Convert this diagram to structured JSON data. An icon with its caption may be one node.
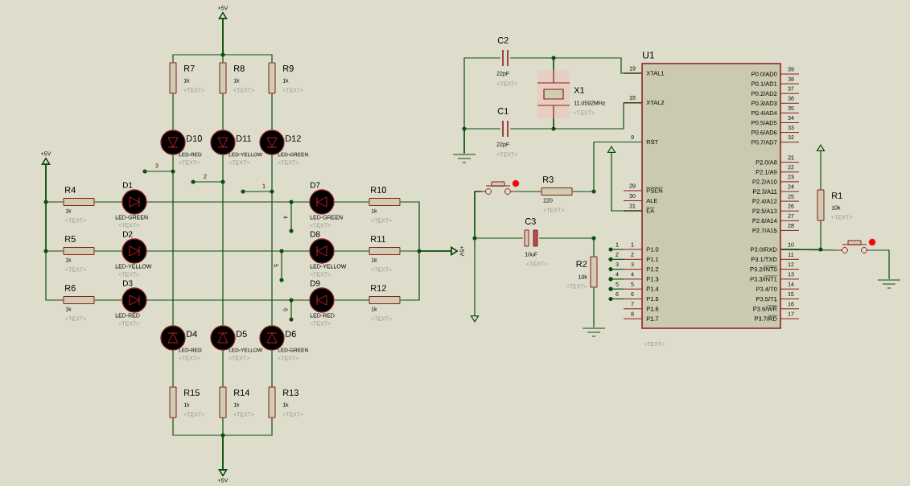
{
  "diagram": {
    "nodes": [
      {
        "text": [
          "+5V"
        ]
      },
      {
        "text": [
          "R7",
          "1k",
          "<TEXT>"
        ]
      },
      {
        "text": [
          "R8",
          "1k",
          "<TEXT>"
        ]
      },
      {
        "text": [
          "R9",
          "1k",
          "<TEXT>"
        ]
      },
      {
        "text": [
          "D10",
          "LED-RED",
          "<TEXT>"
        ]
      },
      {
        "text": [
          "D11",
          "LED-YELLOW",
          "<TEXT>"
        ]
      },
      {
        "text": [
          "D12",
          "LED-GREEN",
          "<TEXT>"
        ]
      },
      {
        "text": [
          "+5V"
        ]
      },
      {
        "text": [
          "R4",
          "1k",
          "<TEXT>"
        ]
      },
      {
        "text": [
          "D1",
          "LED-GREEN",
          "<TEXT>"
        ]
      },
      {
        "text": [
          "D7",
          "LED-GREEN",
          "<TEXT>"
        ]
      },
      {
        "text": [
          "R10",
          "1k",
          "<TEXT>"
        ]
      },
      {
        "text": [
          "R5",
          "1k",
          "<TEXT>"
        ]
      },
      {
        "text": [
          "D2",
          "LED-YELLOW",
          "<TEXT>"
        ]
      },
      {
        "text": [
          "D8",
          "LED-YELLOW",
          "<TEXT>"
        ]
      },
      {
        "text": [
          "R11",
          "1k",
          "<TEXT>"
        ]
      },
      {
        "text": [
          "R6",
          "1k",
          "<TEXT>"
        ]
      },
      {
        "text": [
          "D3",
          "LED-RED",
          "<TEXT>"
        ]
      },
      {
        "text": [
          "D9",
          "LED-RED",
          "<TEXT>"
        ]
      },
      {
        "text": [
          "R12",
          "1k",
          "<TEXT>"
        ]
      },
      {
        "text": [
          "+5V"
        ]
      },
      {
        "text": [
          "D4",
          "LED-RED",
          "<TEXT>"
        ]
      },
      {
        "text": [
          "D5",
          "LED-YELLOW",
          "<TEXT>"
        ]
      },
      {
        "text": [
          "D6",
          "LED-GREEN",
          "<TEXT>"
        ]
      },
      {
        "text": [
          "R15",
          "1k",
          "<TEXT>"
        ]
      },
      {
        "text": [
          "R14",
          "1k",
          "<TEXT>"
        ]
      },
      {
        "text": [
          "R13",
          "1k",
          "<TEXT>"
        ]
      },
      {
        "text": [
          "+5V"
        ]
      },
      {
        "text": [
          "C2",
          "22pF",
          "<TEXT>"
        ]
      },
      {
        "text": [
          "X1",
          "11.0592MHz",
          "<TEXT>"
        ]
      },
      {
        "text": [
          "C1",
          "22pF",
          "<TEXT>"
        ]
      },
      {
        "text": [],
        "shape": "ground"
      },
      {
        "text": [
          "U1",
          "<TEXT>"
        ]
      },
      {
        "text": [],
        "shape": "switch"
      },
      {
        "text": [
          "R3",
          "220",
          "<TEXT>"
        ]
      },
      {
        "text": [
          "C3",
          "10uF",
          "<TEXT>"
        ]
      },
      {
        "text": [
          "R2",
          "10k",
          "<TEXT>"
        ]
      },
      {
        "text": [],
        "shape": "ground"
      },
      {
        "text": [
          "R1",
          "10k",
          "<TEXT>"
        ]
      },
      {
        "text": [],
        "shape": "switch"
      },
      {
        "text": [],
        "shape": "ground"
      }
    ],
    "edges": [
      {
        "from": 1,
        "to": 0,
        "arrow": "to"
      },
      {
        "from": 2,
        "to": 0,
        "arrow": "to"
      },
      {
        "from": 3,
        "to": 0,
        "arrow": "to"
      },
      {
        "from": 1,
        "to": 4,
        "arrow": "none"
      },
      {
        "from": 2,
        "to": 5,
        "arrow": "none"
      },
      {
        "from": 3,
        "to": 6,
        "arrow": "none"
      },
      {
        "from": 4,
        "to": 21,
        "arrow": "none"
      },
      {
        "from": 5,
        "to": 22,
        "arrow": "none"
      },
      {
        "from": 6,
        "to": 23,
        "arrow": "none"
      },
      {
        "from": 21,
        "to": 24,
        "arrow": "none"
      },
      {
        "from": 22,
        "to": 25,
        "arrow": "none"
      },
      {
        "from": 23,
        "to": 26,
        "arrow": "none"
      },
      {
        "from": 24,
        "to": 27,
        "arrow": "to"
      },
      {
        "from": 25,
        "to": 27,
        "arrow": "to"
      },
      {
        "from": 26,
        "to": 27,
        "arrow": "to"
      },
      {
        "from": 8,
        "to": 7,
        "arrow": "to"
      },
      {
        "from": 12,
        "to": 7,
        "arrow": "to"
      },
      {
        "from": 16,
        "to": 7,
        "arrow": "to"
      },
      {
        "from": 8,
        "to": 9,
        "arrow": "none"
      },
      {
        "from": 12,
        "to": 13,
        "arrow": "none"
      },
      {
        "from": 16,
        "to": 17,
        "arrow": "none"
      },
      {
        "from": 9,
        "to": 10,
        "arrow": "none"
      },
      {
        "from": 13,
        "to": 14,
        "arrow": "none"
      },
      {
        "from": 17,
        "to": 18,
        "arrow": "none"
      },
      {
        "from": 10,
        "to": 11,
        "arrow": "none"
      },
      {
        "from": 14,
        "to": 15,
        "arrow": "none"
      },
      {
        "from": 18,
        "to": 19,
        "arrow": "none"
      },
      {
        "from": 11,
        "to": 20,
        "arrow": "to"
      },
      {
        "from": 15,
        "to": 20,
        "arrow": "to"
      },
      {
        "from": 19,
        "to": 20,
        "arrow": "to"
      },
      {
        "from": 28,
        "to": 29,
        "arrow": "none"
      },
      {
        "from": 29,
        "to": 32,
        "arrow": "none"
      },
      {
        "from": 30,
        "to": 29,
        "arrow": "none"
      },
      {
        "from": 29,
        "to": 32,
        "arrow": "none"
      },
      {
        "from": 28,
        "to": 31,
        "arrow": "none"
      },
      {
        "from": 30,
        "to": 31,
        "arrow": "none"
      },
      {
        "from": 33,
        "to": null,
        "arrow": "to"
      },
      {
        "from": 35,
        "to": 33,
        "arrow": "none"
      },
      {
        "from": 33,
        "to": 34,
        "arrow": "none"
      },
      {
        "from": 34,
        "to": 32,
        "arrow": "none"
      },
      {
        "from": 35,
        "to": 36,
        "arrow": "none"
      },
      {
        "from": 36,
        "to": 37,
        "arrow": "none"
      },
      {
        "from": 32,
        "to": null,
        "arrow": "to"
      },
      {
        "from": 32,
        "to": 38,
        "arrow": "none"
      },
      {
        "from": 38,
        "to": null,
        "arrow": "to"
      },
      {
        "from": 32,
        "to": 39,
        "arrow": "none"
      },
      {
        "from": 39,
        "to": 40,
        "arrow": "none"
      }
    ],
    "labels": [
      "3",
      "2",
      "1",
      "4",
      "5",
      "6",
      "19",
      "XTAL1",
      "18",
      "XTAL2",
      "9",
      "RST",
      "29",
      "PSEN",
      "30",
      "ALE",
      "31",
      "EA",
      "1",
      "P1.0",
      "2",
      "P1.1",
      "3",
      "P1.2",
      "4",
      "P1.3",
      "5",
      "P1.4",
      "6",
      "P1.5",
      "7",
      "P1.6",
      "8",
      "P1.7",
      "1",
      "2",
      "3",
      "4",
      "5",
      "6",
      "P0.0/AD0",
      "39",
      "P0.1/AD1",
      "38",
      "P0.2/AD2",
      "37",
      "P0.3/AD3",
      "36",
      "P0.4/AD4",
      "35",
      "P0.5/AD5",
      "34",
      "P0.6/AD6",
      "33",
      "P0.7/AD7",
      "32",
      "P2.0/A8",
      "21",
      "P2.1/A9",
      "22",
      "P2.2/A10",
      "23",
      "P2.3/A11",
      "24",
      "P2.4/A12",
      "25",
      "P2.5/A13",
      "26",
      "P2.6/A14",
      "27",
      "P2.7/A15",
      "28",
      "P3.0/RXD",
      "10",
      "P3.1/TXD",
      "11",
      "P3.2/INT0",
      "12",
      "P3.3/INT1",
      "13",
      "P3.4/T0",
      "14",
      "P3.5/T1",
      "15",
      "P3.6/WR",
      "16",
      "P3.7/RD",
      "17"
    ]
  }
}
